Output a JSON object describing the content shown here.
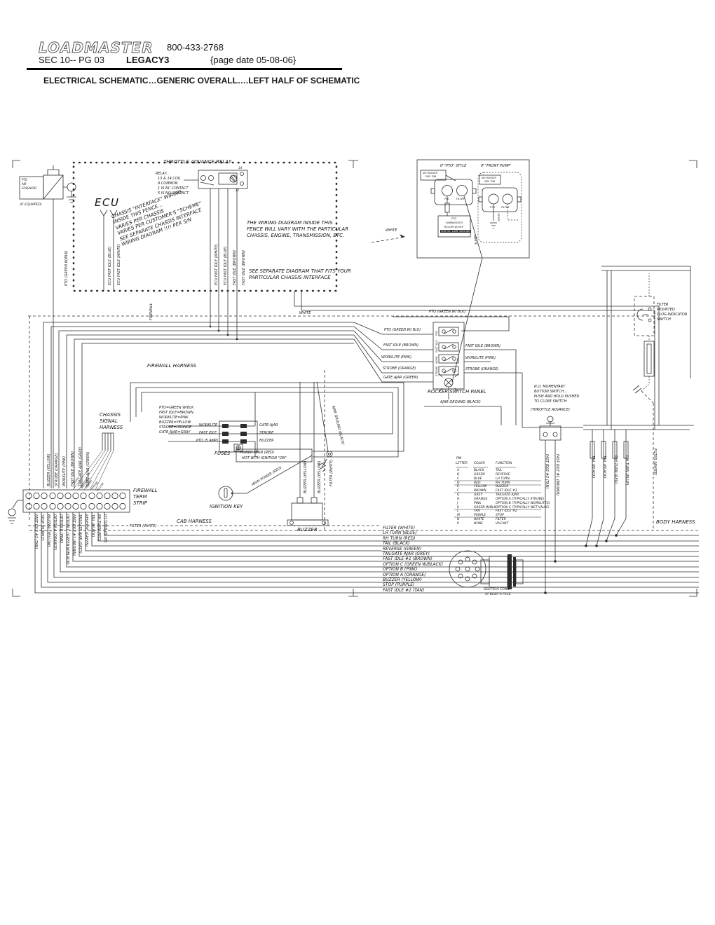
{
  "header": {
    "logo": "LOADMASTER",
    "phone": "800-433-2768",
    "sec": "SEC 10-- PG 03",
    "model": "LEGACY3",
    "page_date": "{page date 05-08-06}",
    "title": "ELECTRICAL SCHEMATIC…GENERIC OVERALL….LEFT HALF OF SCHEMATIC"
  },
  "ecu": {
    "label": "ECU",
    "solenoid": [
      "PTO",
      "AIR",
      "SOLENOID"
    ],
    "if_equipped": "(IF EQUIPPED)",
    "pto_wire": "PTO (GREEN W/BLK)",
    "relay_title": "THROTTLE ADVANCE RELAY",
    "relay_pin_top": "14",
    "relay_pin_bottom": "13",
    "relay_notes": [
      "RELAY...",
      "13 & 14 COIL",
      "9 COMMON",
      "1 IS NC CONTACT",
      "5 IS NO CONTACT"
    ],
    "fence_note": [
      "CHASSIS \"INTERFACE\" WIRING",
      "INSIDE THIS FENCE...",
      "VARIES PER CHASSIS",
      "VARIES PER CUSTOMER'S \"SCHEME\"",
      "SEE SEPARATE CHASSIS INTERFACE",
      "WIRING DIAGRAM !!!! PER S/N"
    ],
    "left_wires": [
      "ECU FAST IDLE (BLUE)",
      "ECU FAST IDLE (WHITE)"
    ],
    "right_wires": [
      "ECU FAST IDLE (WHITE)",
      "ECU FAST IDLE (BLUE)",
      "FAST IDLE (BROWN)",
      "FAST IDLE (BROWN)"
    ],
    "vary_note": [
      "THE WIRING DIAGRAM INSIDE THIS",
      "FENCE WILL  VARY  WITH THE PARTICULAR",
      "CHASSIS, ENGINE, TRANSMISSION, ETC."
    ],
    "separate_note": [
      "SEE SEPARATE DIAGRAM THAT FITS YOUR",
      "PARTICULAR CHASSIS INTERFACE"
    ]
  },
  "pto_box": {
    "if_pto_style": "IF \"PTO\" STYLE",
    "if_front_pump": "IF \"FRONT PUMP\"",
    "no_rocker": [
      "NO ROCKER",
      "\"ON\" TAB"
    ],
    "pto": "PTO",
    "filter": "FILTER",
    "white": "WHITE",
    "harness_note": [
      "PTO",
      "HARNESSES'S",
      "YELLOW W/ BLK",
      "FOR RH- LAMP GROUND"
    ]
  },
  "notes": {
    "white": "WHITE",
    "firewall": "FIREWALL",
    "firewall_harness": "FIREWALL HARNESS",
    "cab_harness": "CAB HARNESS",
    "body_harness": "BODY HARNESS",
    "filter_white": "FILTER (WHITE)",
    "filter_white_br": "FILTER [WHITE]"
  },
  "rocker": {
    "title": "ROCKER SWITCH PANEL",
    "top_label": "PTO (GREEN W/ BLK)",
    "left_labels": [
      "PTO (GREEN W/ BLK)",
      "FAST IDLE (BROWN)",
      "WORKLITE (PINK)",
      "STROBE (ORANGE)",
      "GATE AJAR (GREEN)"
    ],
    "right_labels": [
      "FAST IDLE (BROWN)",
      "WORKLITE (PINK)",
      "STROBE (ORANGE)"
    ],
    "tags": [
      "PTO",
      "FAST IDLE",
      "WORK",
      "STROBE"
    ],
    "ajar_ground": "AJAR GROUND (BLACK)"
  },
  "clog_switch": {
    "lines": [
      "FILTER",
      "MOUNTED",
      "CLOG-INDICATOR",
      "SWITCH"
    ]
  },
  "momentary": {
    "lines": [
      "N.O. MOMENTARY",
      "BUTTON SWITCH...",
      "PUSH AND HOLD PUSHED",
      "TO CLOSE SWITCH"
    ],
    "throttle": "(THROTTLE ADVANCE)",
    "fast2": "FAST IDLE #2 (TAN)",
    "fast1": "FAST IDLE #1 (BROWN)"
  },
  "fuses": {
    "legend": [
      "PTO=GREEN W/BLK",
      "FAST IDLE=BROWN",
      "WORKLITE=PINK",
      "BUZZER=YELLOW",
      "STROBE=ORANGE",
      "GATE AJAR=GRAY"
    ],
    "left": [
      "WORKLITE",
      "FAST IDLE",
      "PTO (5 AMP)"
    ],
    "right": [
      "GATE AJAR",
      "STROBE",
      "BUZZER"
    ],
    "title": "FUSES",
    "power": [
      "POWER MAIN (RED)",
      "HOT WITH IGNITION \"ON\""
    ],
    "main_power": "MAIN POWER (RED)"
  },
  "cab": {
    "ignition": "IGNITION KEY",
    "buzzer": "BUZZER",
    "buzzer_wire": "BUZZER (YELLOW)"
  },
  "strip": {
    "label": [
      "FIREWALL",
      "TERM",
      "STRIP"
    ],
    "chassis": [
      "CHASSIS",
      "SIGNAL",
      "HARNESS"
    ],
    "above": [
      "BUZZER (YELLOW)",
      "STROBE (ORANGE)",
      "WORKLITE (PINK)",
      "FAST IDLE (BROWN)",
      "TAILGATE AJAR (GRAY)",
      "GATE AJAR (GREEN)"
    ],
    "fan": [
      "BLUE",
      "GREEN/BLK",
      "BROWN",
      "STROBE",
      "YELLOW"
    ],
    "below": [
      "FAST IDLE #2 (TAN)",
      "STOP (PURPLE)",
      "BUZZER (YELLOW)",
      "OPTION A (ORANGE)",
      "OPTION B (PINK)",
      "OPTION C (GREEN W/BLACK)",
      "FAST IDLE #1 (BROWN)",
      "TAILGATE AJAR (GREY)",
      "REVERSE (GREEN)",
      "TAIL (BLACK)",
      "RH TURN (RED)",
      "LH TURN (BLUE)"
    ]
  },
  "pin_table": {
    "h1": "PIN",
    "h2": "LETTER",
    "h3": "COLOR",
    "h4": "FUNCTION",
    "rows": [
      [
        "A",
        "BLACK",
        "TAIL"
      ],
      [
        "B",
        "GREEN",
        "REVERSE"
      ],
      [
        "C",
        "BLUE",
        "LH TURN"
      ],
      [
        "D",
        "RED",
        "RH TURN"
      ],
      [
        "E",
        "YELLOW",
        "BUZZER"
      ],
      [
        "F",
        "BROWN",
        "FAST IDLE #1"
      ],
      [
        "G",
        "GREY",
        "TAILGATE AJAR"
      ],
      [
        "H",
        "ORANGE",
        "OPTION A (TYPICALLY STROBE)"
      ],
      [
        "J",
        "PINK",
        "OPTION B (TYPICALLY WORKLITES)"
      ],
      [
        "K",
        "GREEN W/BLK",
        "OPTION C (TYPICALLY WET VALVE)"
      ],
      [
        "L",
        "TAN",
        "FAST IDLE #2"
      ],
      [
        "M",
        "PURPLE",
        "STOP"
      ],
      [
        "N",
        "WHITE",
        "FILTER"
      ],
      [
        "P",
        "NONE",
        "VACANT"
      ]
    ]
  },
  "bottom_rows": [
    "FILTER (WHITE)",
    "LH TURN (BLUE)",
    "RH TURN (RED)",
    "TAIL (BLACK)",
    "REVERSE (GREEN)",
    "TAILGATE AJAR (GREY)",
    "FAST IDLE #1 (BROWN)",
    "OPTION C (GREEN W/BLACK)",
    "OPTION B (PINK)",
    "OPTION A (ORANGE)",
    "BUZZER (YELLOW)",
    "STOP (PURPLE)",
    "FAST IDLE #2 (TAN)"
  ],
  "connector": {
    "l1": "DEUTSCH CONN",
    "l2": "AT BODY'S FACE"
  },
  "body": {
    "drops": [
      "TAIL (BLACK)",
      "TAIL (BLACK)",
      "R/H TURN (RED)",
      "L/H TURN (BLUE)"
    ]
  }
}
